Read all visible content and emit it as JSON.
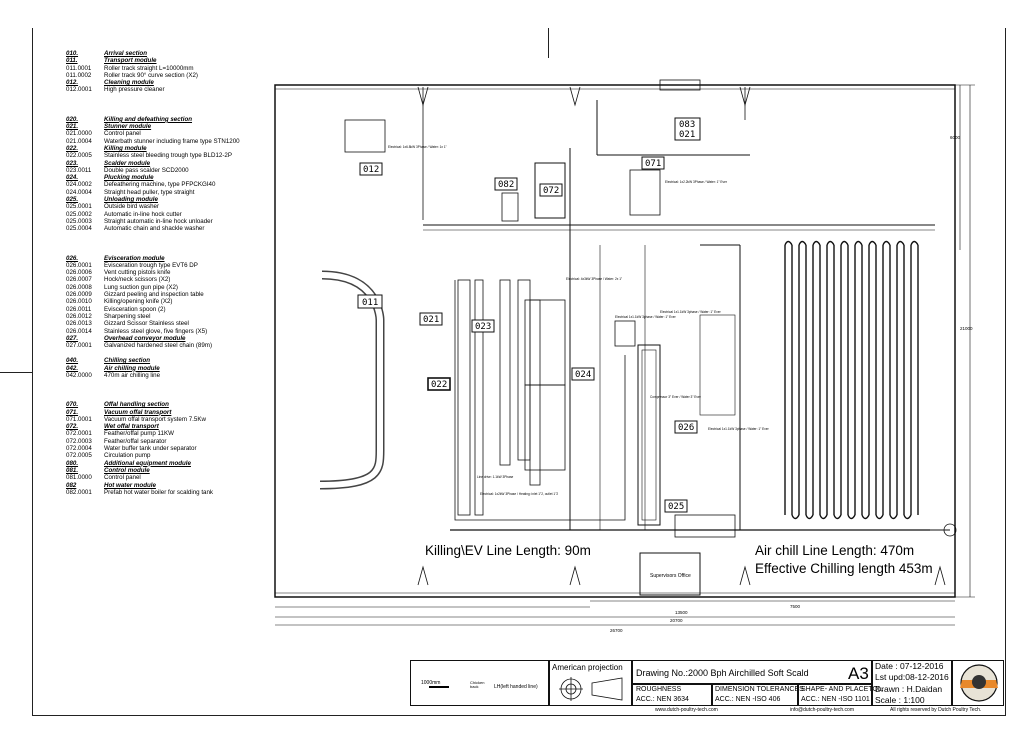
{
  "legend": [
    {
      "code": "010.",
      "text": "Arrival section",
      "type": "section"
    },
    {
      "code": "011.",
      "text": "Transport module",
      "type": "module"
    },
    {
      "code": "011.0001",
      "text": "Roller track straight L=10000mm",
      "type": "item"
    },
    {
      "code": "011.0002",
      "text": "Roller track 90° curve section (X2)",
      "type": "item"
    },
    {
      "code": "012.",
      "text": "Cleaning module",
      "type": "module"
    },
    {
      "code": "012.0001",
      "text": "High pressure cleaner",
      "type": "item"
    },
    {
      "type": "biggap"
    },
    {
      "code": "020.",
      "text": "Killing and defeathing section",
      "type": "section"
    },
    {
      "code": "021.",
      "text": "Stunner module",
      "type": "module"
    },
    {
      "code": "021.0000",
      "text": "Control panel",
      "type": "item"
    },
    {
      "code": "021.0004",
      "text": "Waterbath stunner including frame type STN1200",
      "type": "item"
    },
    {
      "code": "022.",
      "text": "Killing module",
      "type": "module"
    },
    {
      "code": "022.0005",
      "text": "Stainless steel bleeding trough type BLD12-2P",
      "type": "item"
    },
    {
      "code": "023.",
      "text": "Scalder module",
      "type": "module"
    },
    {
      "code": "023.0011",
      "text": "Double pass scalder SCD2000",
      "type": "item"
    },
    {
      "code": "024.",
      "text": "Plucking module",
      "type": "module"
    },
    {
      "code": "024.0002",
      "text": "Defeathering machine, type PFPCKGI40",
      "type": "item"
    },
    {
      "code": "024.0004",
      "text": "Straight head puller, type straight",
      "type": "item"
    },
    {
      "code": "025.",
      "text": "Unloading module",
      "type": "module"
    },
    {
      "code": "025.0001",
      "text": "Outside bird washer",
      "type": "item"
    },
    {
      "code": "025.0002",
      "text": "Automatic in-line hock cutter",
      "type": "item"
    },
    {
      "code": "025.0003",
      "text": "Straight automatic in-line hock unloader",
      "type": "item"
    },
    {
      "code": "025.0004",
      "text": "Automatic chain and shackle washer",
      "type": "item"
    },
    {
      "type": "biggap"
    },
    {
      "code": "026.",
      "text": "Evisceration module",
      "type": "module"
    },
    {
      "code": "026.0001",
      "text": "Evisceration trough type EVT6 DP",
      "type": "item"
    },
    {
      "code": "026.0006",
      "text": "Vent cutting pistols knife",
      "type": "item"
    },
    {
      "code": "026.0007",
      "text": "Hock/neck scissors (X2)",
      "type": "item"
    },
    {
      "code": "026.0008",
      "text": "Lung suction gun pipe (X2)",
      "type": "item"
    },
    {
      "code": "026.0009",
      "text": "Gizzard peeling and inspection table",
      "type": "item"
    },
    {
      "code": "026.0010",
      "text": "Killing/opening knife (X2)",
      "type": "item"
    },
    {
      "code": "026.0011",
      "text": "Evisceration spoon (2)",
      "type": "item"
    },
    {
      "code": "026.0012",
      "text": "Sharpening steel",
      "type": "item"
    },
    {
      "code": "026.0013",
      "text": "Gizzard Scissor Stainless steel",
      "type": "item"
    },
    {
      "code": "026.0014",
      "text": "Stainless steel glove, five fingers (X5)",
      "type": "item"
    },
    {
      "code": "027.",
      "text": "Overhead conveyor module",
      "type": "module"
    },
    {
      "code": "027.0001",
      "text": "Galvanized hardened steel chain (89m)",
      "type": "item"
    },
    {
      "type": "gap"
    },
    {
      "code": "040.",
      "text": "Chilling section",
      "type": "section"
    },
    {
      "code": "042.",
      "text": "Air chilling module",
      "type": "module"
    },
    {
      "code": "042.0000",
      "text": "470m air chilling line",
      "type": "item"
    },
    {
      "type": "biggap"
    },
    {
      "code": "070.",
      "text": "Offal handling section",
      "type": "section"
    },
    {
      "code": "071.",
      "text": "Vacuum offal transport",
      "type": "module"
    },
    {
      "code": "071.0001",
      "text": "Vacuum offal transport system 7.5Kw",
      "type": "item"
    },
    {
      "code": "072.",
      "text": "Wet offal transport",
      "type": "module"
    },
    {
      "code": "072.0001",
      "text": "Feather/offal pump 11KW",
      "type": "item"
    },
    {
      "code": "072.0003",
      "text": "Feather/offal separator",
      "type": "item"
    },
    {
      "code": "072.0004",
      "text": "Water buffer tank under separator",
      "type": "item"
    },
    {
      "code": "072.0005",
      "text": "Circulation pump",
      "type": "item"
    },
    {
      "code": "080.",
      "text": "Additional equipment module",
      "type": "section"
    },
    {
      "code": "081.",
      "text": "Control module",
      "type": "module"
    },
    {
      "code": "081.0000",
      "text": "Control panel",
      "type": "item"
    },
    {
      "code": "082",
      "text": "Hot water module",
      "type": "module"
    },
    {
      "code": "082.0001",
      "text": "Prefab hot water boiler for scalding tank",
      "type": "item"
    }
  ],
  "plan": {
    "module_labels": {
      "l083": "083",
      "l021top": "021",
      "l071": "071",
      "l082": "082",
      "l072": "072",
      "l012": "012",
      "l011": "011",
      "l021": "021",
      "l023": "023",
      "l022": "022",
      "l024": "024",
      "l026": "026",
      "l025": "025"
    },
    "killing_line": "Killing\\EV Line Length: 90m",
    "air_chill_line": "Air chill Line Length: 470m",
    "effective_chilling": "Effective Chilling length 453m",
    "supervisors_office": "Supervisors Office",
    "dimensions": {
      "d6000": "6000",
      "d21000": "21000",
      "d13500": "13500",
      "d7500": "7500",
      "d20700": "20700",
      "d26700": "26700"
    },
    "notes": {
      "elec1": "Electrical: 1x6.8kW 3Phase / Water: 1x 1\"",
      "elec2": "Electrical: 1x2.2kW 3Phase / Water: 1\" Ever",
      "elec3": "Electrical: 4x3kW 3Phase / Water: 2x 1\"",
      "line_drive": "Line drive: 1.1kW 3Phase",
      "heating": "Electrical: 1x2kW 3Phase / Heating: inlet 1\"2, outlet 1\"2",
      "elec4": "Electrical 1x1.1kW 3phase / Water: 1\" Ever",
      "elec5": "Electrical 1x1.1kW 3phase / Water: 1\" Ever",
      "elec6": "Compressor 3\" Ever / Water 3\" Ever",
      "elec7": "Electrical 1x1.1kW 3phase / Water: 1\" Ever"
    }
  },
  "scalebar": {
    "length": "1000mm",
    "note": "LH(left handed line)",
    "arrow_label": "Chicken\nback"
  },
  "titleblock": {
    "projection": "American projection",
    "drawing_no": "Drawing No.:2000 Bph Airchilled Soft Scald",
    "size": "A3",
    "date": "Date   : 07-12-2016",
    "last_update": "Lst upd:08-12-2016",
    "drawn": "Drawn : H.Daidan",
    "scale": "Scale  : 1:100",
    "roughness": "ROUGHNESS",
    "roughness_std": "ACC.: NEN 3634",
    "dim_tol": "DIMENSION TOLERANCES",
    "dim_tol_std": "ACC.: NEN -ISO 406",
    "shape": "SHAPE- AND PLACETOL.",
    "shape_std": "ACC.: NEN -ISO 1101",
    "website": "www.dutch-poultry-tech.com",
    "email": "info@dutch-poultry-tech.com",
    "rights": "All rights reserved by Dutch Poultry Tech."
  }
}
